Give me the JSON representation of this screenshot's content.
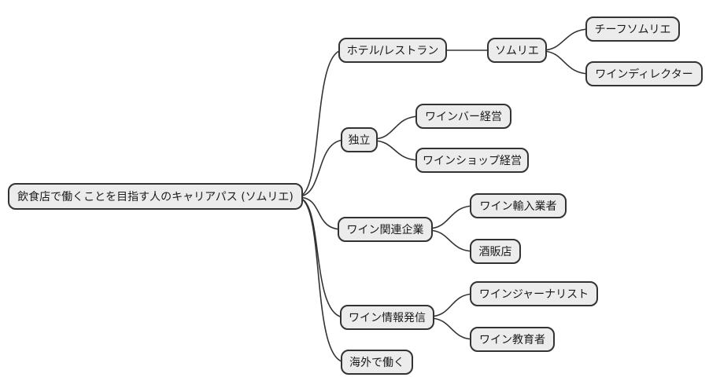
{
  "diagram": {
    "type": "mindmap",
    "root": {
      "label": "飲食店で働くことを目指す人のキャリアパス (ソムリエ)"
    },
    "branches": [
      {
        "label": "ホテル/レストラン",
        "children": [
          {
            "label": "ソムリエ",
            "children": [
              {
                "label": "チーフソムリエ"
              },
              {
                "label": "ワインディレクター"
              }
            ]
          }
        ]
      },
      {
        "label": "独立",
        "children": [
          {
            "label": "ワインバー経営"
          },
          {
            "label": "ワインショップ経営"
          }
        ]
      },
      {
        "label": "ワイン関連企業",
        "children": [
          {
            "label": "ワイン輸入業者"
          },
          {
            "label": "酒販店"
          }
        ]
      },
      {
        "label": "ワイン情報発信",
        "children": [
          {
            "label": "ワインジャーナリスト"
          },
          {
            "label": "ワイン教育者"
          }
        ]
      },
      {
        "label": "海外で働く",
        "children": []
      }
    ],
    "colors": {
      "background": "#ffffff",
      "node_fill": "#ececec",
      "node_border": "#333333",
      "edge": "#333333",
      "text": "#1a1a1a"
    }
  }
}
